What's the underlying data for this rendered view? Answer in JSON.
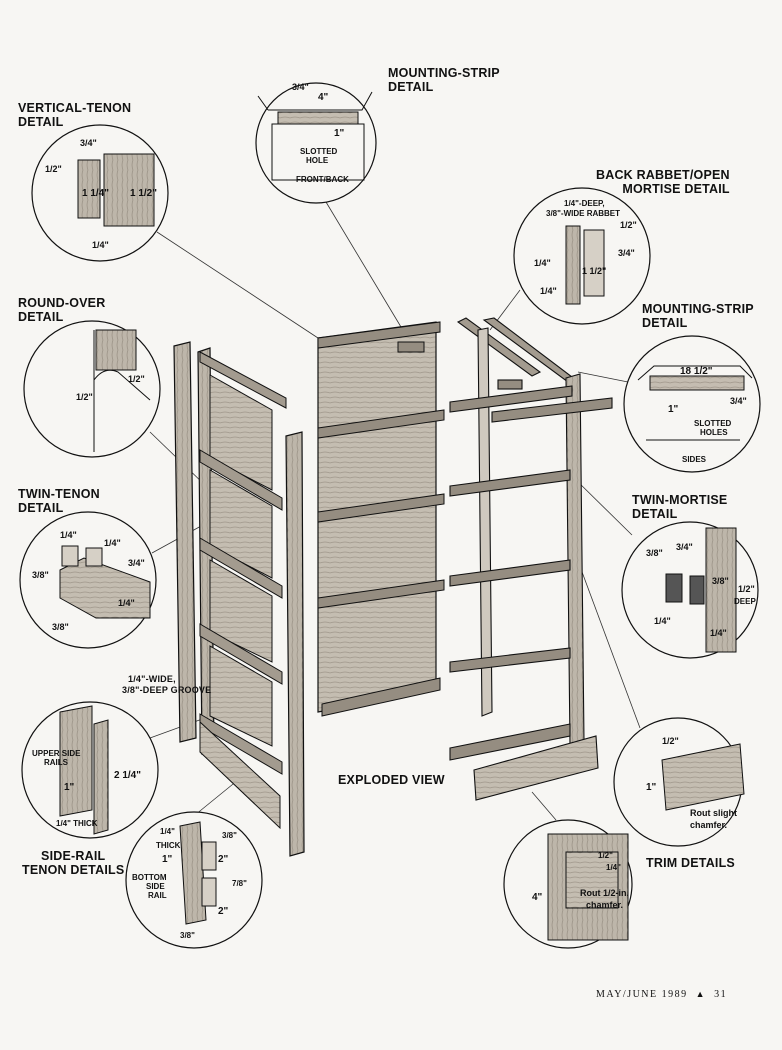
{
  "labels": {
    "mounting_strip_top": [
      "MOUNTING-STRIP",
      "DETAIL"
    ],
    "vertical_tenon": [
      "VERTICAL-TENON",
      "DETAIL"
    ],
    "back_rabbet": [
      "BACK RABBET/OPEN",
      "MORTISE DETAIL"
    ],
    "round_over": [
      "ROUND-OVER",
      "DETAIL"
    ],
    "mounting_strip_right": [
      "MOUNTING-STRIP",
      "DETAIL"
    ],
    "twin_tenon": [
      "TWIN-TENON",
      "DETAIL"
    ],
    "twin_mortise": [
      "TWIN-MORTISE",
      "DETAIL"
    ],
    "groove_note": [
      "1/4\"-WIDE,",
      "3/8\"-DEEP GROOVE"
    ],
    "exploded_view": "EXPLODED VIEW",
    "side_rail": [
      "SIDE-RAIL",
      "TENON DETAILS"
    ],
    "trim_details": "TRIM DETAILS"
  },
  "dims": {
    "ms_top_a": "3/4\"",
    "ms_top_b": "4\"",
    "ms_top_c": "1\"",
    "ms_top_hole": [
      "SLOTTED",
      "HOLE"
    ],
    "ms_top_face": "FRONT/BACK",
    "vt_a": "3/4\"",
    "vt_b": "1/2\"",
    "vt_c": "1 1/4\"",
    "vt_d": "1 1/2\"",
    "vt_e": "1/4\"",
    "br_a": [
      "1/4\"-DEEP,",
      "3/8\"-WIDE RABBET"
    ],
    "br_b": "1/2\"",
    "br_c": "3/4\"",
    "br_d": "1/4\"",
    "br_e": "1 1/2\"",
    "br_f": "1/4\"",
    "ro_a": "1/2\"",
    "ro_b": "1/2\"",
    "ms_r_a": "18 1/2\"",
    "ms_r_b": "3/4\"",
    "ms_r_c": "1\"",
    "ms_r_hole": [
      "SLOTTED",
      "HOLES"
    ],
    "ms_r_face": "SIDES",
    "tt_a": "1/4\"",
    "tt_b": "1/4\"",
    "tt_c": "3/4\"",
    "tt_d": "3/8\"",
    "tt_e": "1/4\"",
    "tt_f": "3/8\"",
    "tm_a": "3/8\"",
    "tm_b": "3/4\"",
    "tm_c": "3/8\"",
    "tm_d": "1/2\"",
    "tm_deep": "DEEP",
    "tm_e": "1/4\"",
    "tm_f": "1/4\"",
    "sr_upper": [
      "UPPER SIDE",
      "RAILS"
    ],
    "sr_a": "2 1/4\"",
    "sr_b": "1\"",
    "sr_thick": "1/4\" THICK",
    "sr2_a": "1/4\"",
    "sr2_thick": "THICK",
    "sr2_b": "1\"",
    "sr2_c": "3/8\"",
    "sr2_d": "2\"",
    "sr2_bottom": [
      "BOTTOM",
      "SIDE",
      "RAIL"
    ],
    "sr2_e": "7/8\"",
    "sr2_f": "2\"",
    "sr2_g": "3/8\"",
    "trim1_a": "1/2\"",
    "trim1_b": "1\"",
    "trim1_note": [
      "Rout slight",
      "chamfer."
    ],
    "trim2_a": "4\"",
    "trim2_b": "1/2\"",
    "trim2_c": "1/4\"",
    "trim2_note": [
      "Rout 1/2-in.",
      "chamfer."
    ]
  },
  "footer": {
    "issue": "MAY/JUNE 1989",
    "marker": "▲",
    "page": "31"
  },
  "colors": {
    "ink": "#111111",
    "wood": "#b9b2a6",
    "wood_dark": "#8d8578",
    "paper": "#f7f6f3"
  }
}
